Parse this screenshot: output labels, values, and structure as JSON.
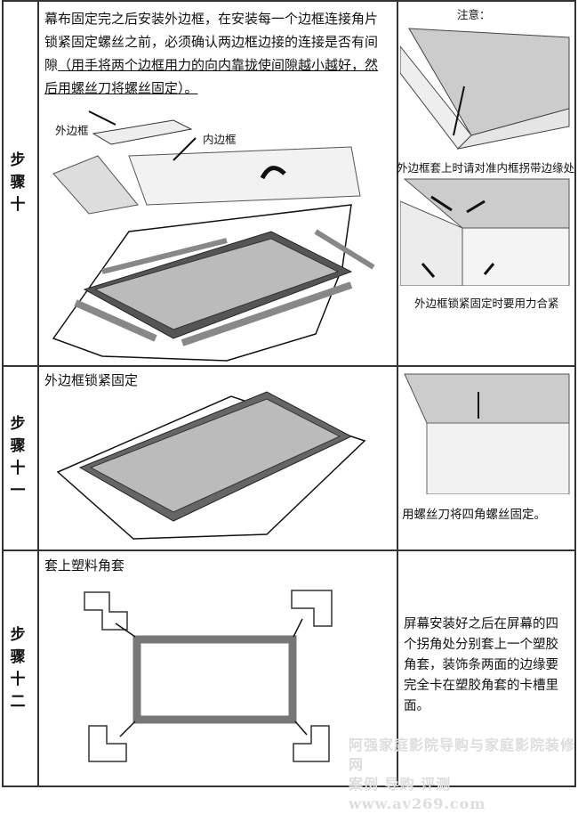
{
  "rows": [
    {
      "step": [
        "步",
        "骤",
        "十"
      ],
      "text_plain": "幕布固定完之后安装外边框，在安装每一个边框连接角片锁紧固定螺丝之前，必须确认两边框边接的连接是否有间隙",
      "text_underlined": "（用手将两个边框用力的向内靠拢使间隙越小越好，然后用螺丝刀将螺丝固定）。",
      "label_outer": "外边框",
      "label_inner": "内边框",
      "note_title": "注意：",
      "note_1": "外边框套上时请对准内框拐带边缘处",
      "note_2": "外边框锁紧固定时要用力合紧"
    },
    {
      "step": [
        "步",
        "骤",
        "十",
        "一"
      ],
      "text": "外边框锁紧固定",
      "note": "用螺丝刀将四角螺丝固定。"
    },
    {
      "step": [
        "步",
        "骤",
        "十",
        "二"
      ],
      "text": "套上塑料角套",
      "note": "屏幕安装好之后在屏幕的四个拐角处分别套上一个塑胶角套，装饰条两面的边缘要完全卡在塑胶角套的卡槽里面。"
    }
  ],
  "watermark": {
    "line1": "阿强家庭影院导购与家庭影院装修网",
    "line2": "案例 导购 评测 www.av269.com"
  }
}
